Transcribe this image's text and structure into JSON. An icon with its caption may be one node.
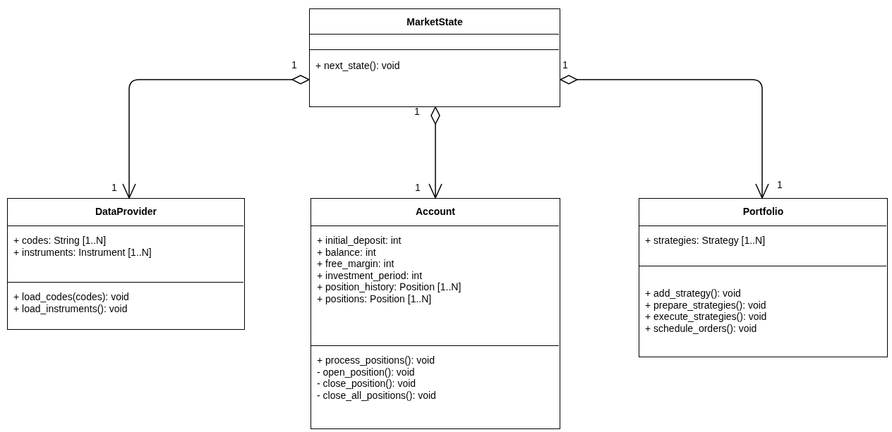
{
  "diagram": {
    "nodes": [
      {
        "text": [
          "MarketState"
        ]
      },
      {
        "text": [],
        "shape": "box",
        "in": 0
      },
      {
        "text": [
          "+ next_state(): void"
        ],
        "in": 0
      },
      {
        "text": [
          "DataProvider"
        ]
      },
      {
        "text": [
          "+ codes: String [1..N]",
          "+ instruments: Instrument [1..N]"
        ],
        "in": 3
      },
      {
        "text": [
          "+ load_codes(codes): void",
          "+ load_instruments(): void"
        ],
        "in": 3
      },
      {
        "text": [
          "Account"
        ]
      },
      {
        "text": [
          "+ initial_deposit: int",
          "+ balance: int",
          "+ free_margin: int",
          "+ investment_period: int",
          "+ position_history: Position [1..N]",
          "+ positions: Position [1..N]"
        ],
        "in": 6
      },
      {
        "text": [
          "+ process_positions(): void",
          "- open_position(): void",
          "- close_position(): void",
          "- close_all_positions(): void"
        ],
        "in": 6
      },
      {
        "text": [
          "Portfolio"
        ]
      },
      {
        "text": [
          "+ strategies: Strategy [1..N]"
        ],
        "in": 9
      },
      {
        "text": [
          "+ add_strategy(): void",
          "+ prepare_strategies(): void",
          "+ execute_strategies(): void",
          "+ schedule_orders(): void"
        ],
        "in": 9
      }
    ],
    "edges": [
      {
        "from": 0,
        "to": 3,
        "arrow": "to"
      },
      {
        "from": 0,
        "to": 6,
        "arrow": "to"
      },
      {
        "from": 0,
        "to": 9,
        "arrow": "to"
      }
    ],
    "labels": [
      "1",
      "1",
      "1",
      "1",
      "1",
      "1"
    ]
  }
}
